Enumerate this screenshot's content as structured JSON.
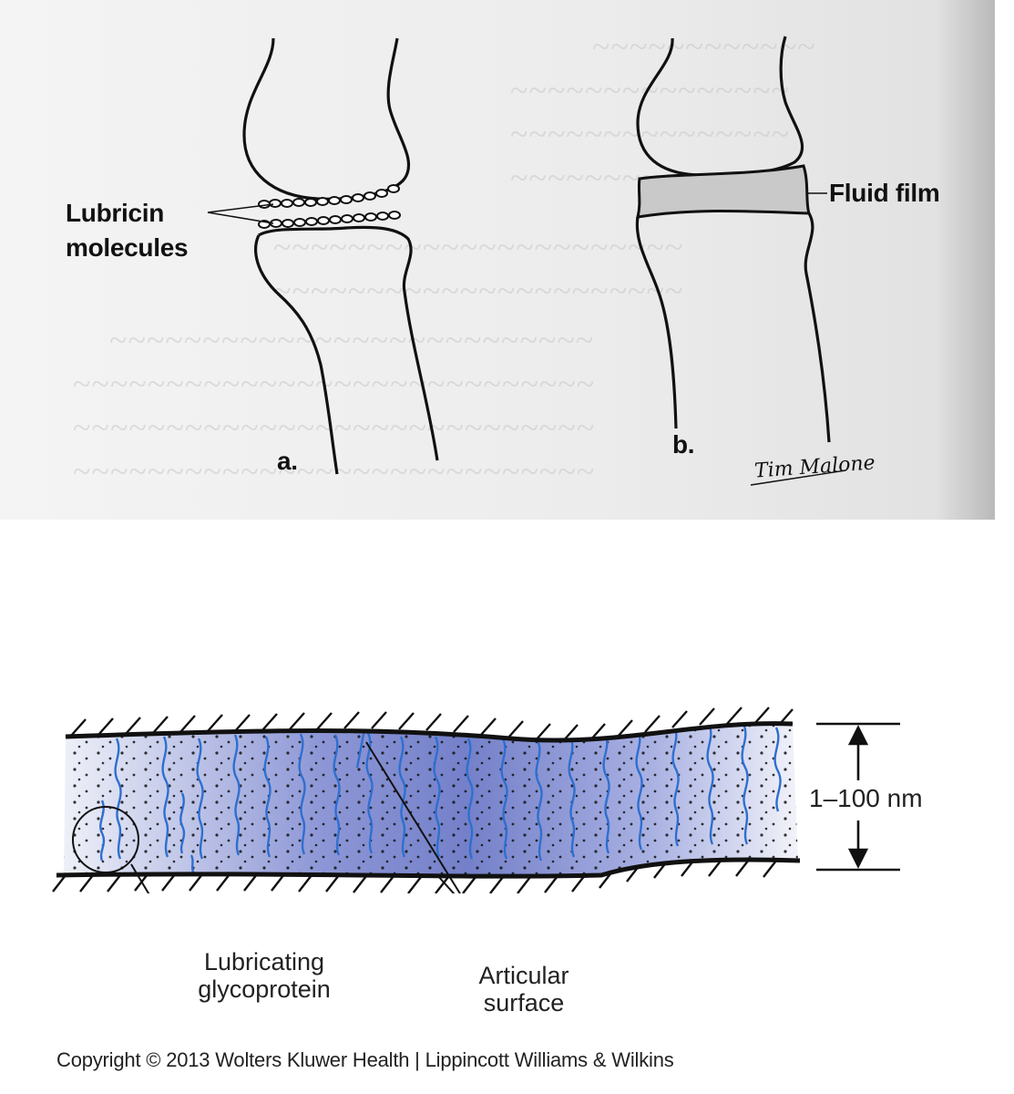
{
  "figure_top": {
    "panel_a": {
      "label": "a.",
      "callout_line1": "Lubricin",
      "callout_line2": "molecules"
    },
    "panel_b": {
      "label": "b.",
      "callout": "Fluid film"
    },
    "signature": "Tim Malone"
  },
  "figure_bottom": {
    "thickness_label": "1–100 nm",
    "glycoprotein_line1": "Lubricating",
    "glycoprotein_line2": "glycoprotein",
    "surface_line1": "Articular",
    "surface_line2": "surface"
  },
  "copyright": "Copyright © 2013 Wolters Kluwer Health | Lippincott Williams & Wilkins",
  "colors": {
    "ink": "#111111",
    "fluid_film": "#c9c9c9",
    "film_gradient_dark": "#7480c9",
    "film_gradient_light": "#eef0f8",
    "chain_blue": "#2e6fd0",
    "page_gray": "#e9e9e9"
  }
}
